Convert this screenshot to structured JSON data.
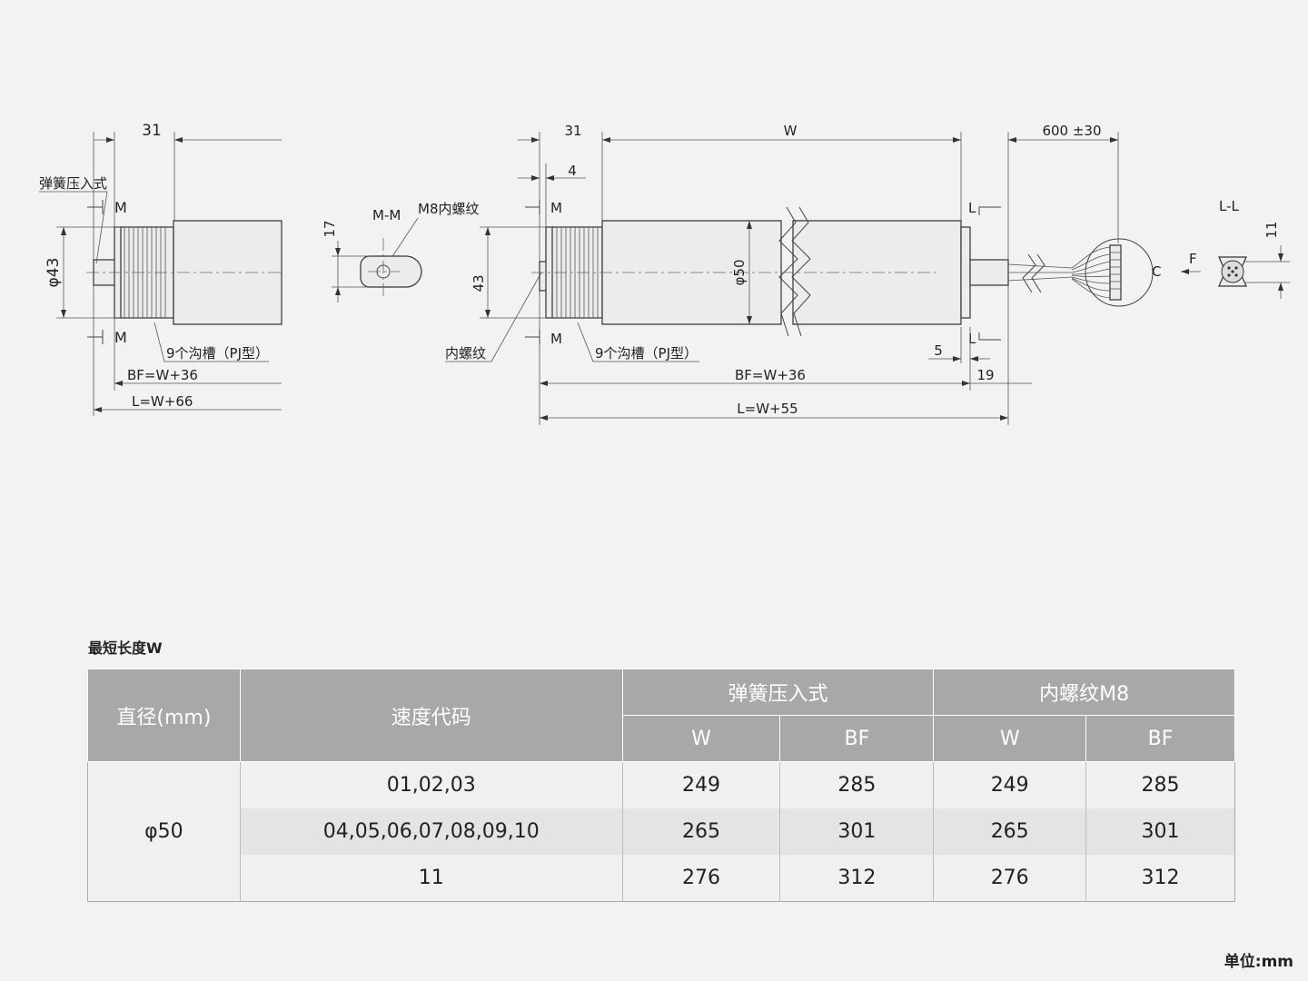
{
  "drawing": {
    "left_view": {
      "dim_31": "31",
      "mount_label": "弹簧压入式",
      "section_mark_top": "M",
      "section_mark_bottom": "M",
      "dia_43": "φ43",
      "groove_label": "9个沟槽（PJ型）",
      "bf_label": "BF=W+36",
      "l_label": "L=W+66"
    },
    "section_view": {
      "title": "M-M",
      "thread_label": "M8内螺纹",
      "dim_17": "17"
    },
    "right_view": {
      "dim_31": "31",
      "dim_w": "W",
      "dim_cable": "600 ±30",
      "dim_4": "4",
      "section_mark_top": "M",
      "section_mark_bottom": "M",
      "dim_43": "43",
      "dia_50": "φ50",
      "l_mark_top": "L",
      "l_mark_bottom": "L",
      "thread_label": "内螺纹",
      "groove_label": "9个沟槽（PJ型）",
      "dim_5": "5",
      "dim_19": "19",
      "bf_label": "BF=W+36",
      "l_label": "L=W+55",
      "conn_c": "C",
      "conn_f": "F",
      "ll_title": "L-L",
      "dim_11": "11"
    }
  },
  "table": {
    "title": "最短长度W",
    "headers": {
      "diameter": "直径(mm)",
      "speed_code": "速度代码",
      "spring": "弹簧压入式",
      "thread": "内螺纹M8",
      "w": "W",
      "bf": "BF"
    },
    "diameter": "φ50",
    "rows": [
      {
        "speed": "01,02,03",
        "spring_w": "249",
        "spring_bf": "285",
        "thread_w": "249",
        "thread_bf": "285"
      },
      {
        "speed": "04,05,06,07,08,09,10",
        "spring_w": "265",
        "spring_bf": "301",
        "thread_w": "265",
        "thread_bf": "301"
      },
      {
        "speed": "11",
        "spring_w": "276",
        "spring_bf": "312",
        "thread_w": "276",
        "thread_bf": "312"
      }
    ]
  },
  "unit_label": "单位:mm"
}
